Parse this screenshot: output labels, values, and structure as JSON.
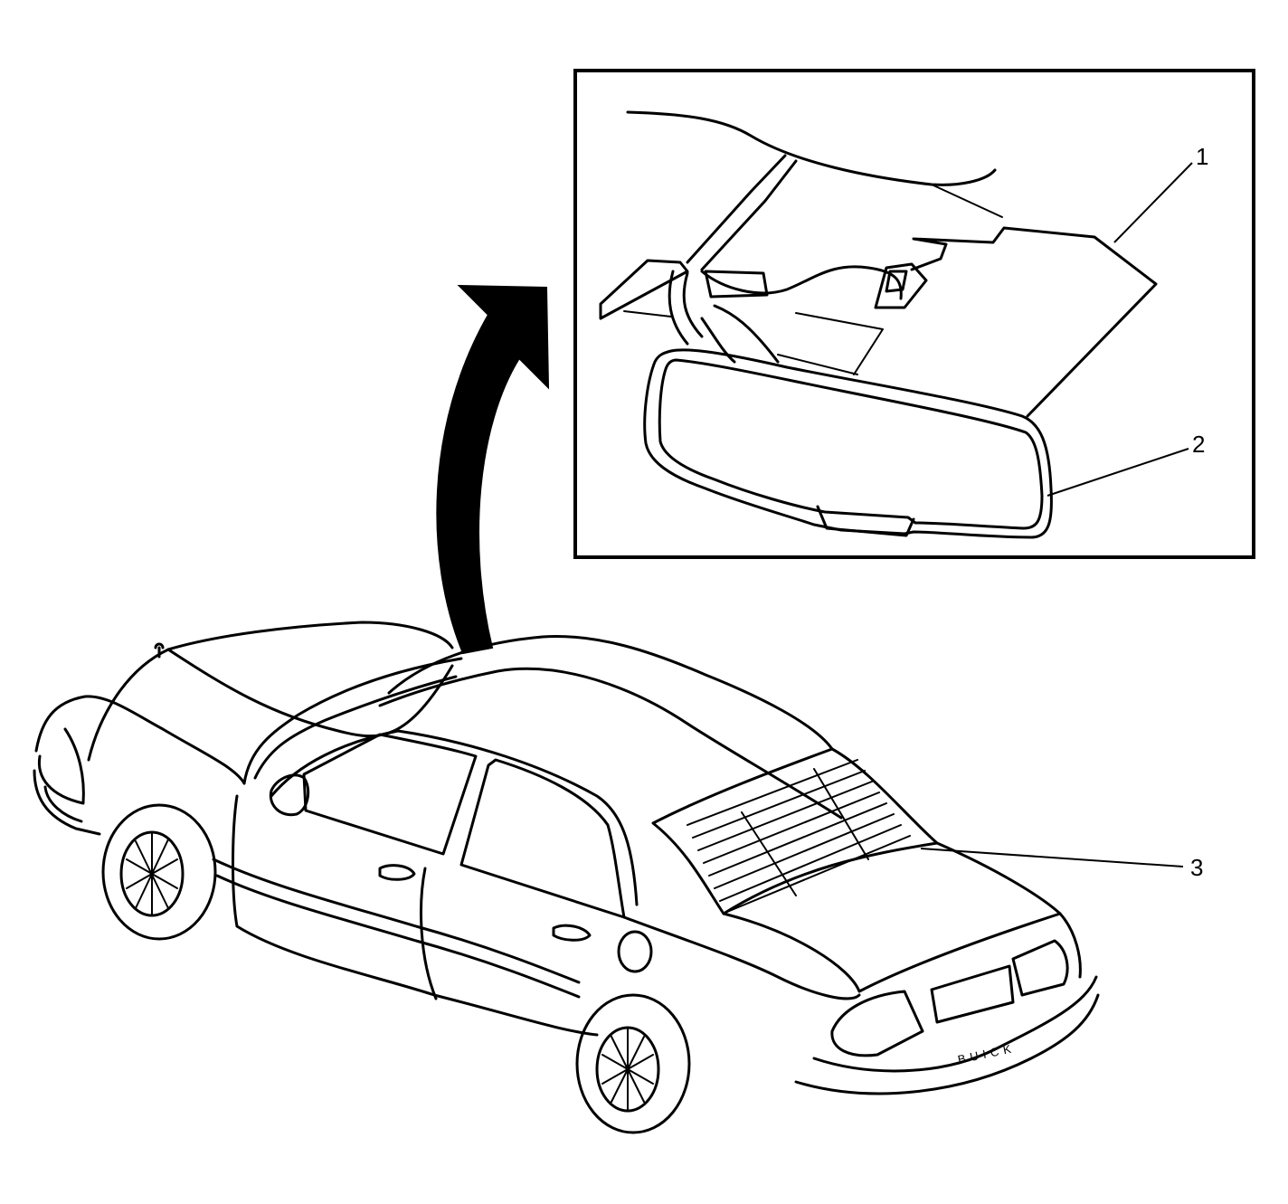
{
  "callouts": {
    "one": "1",
    "two": "2",
    "three": "3"
  },
  "vehicle": {
    "trunk_badge": "BUICK"
  }
}
